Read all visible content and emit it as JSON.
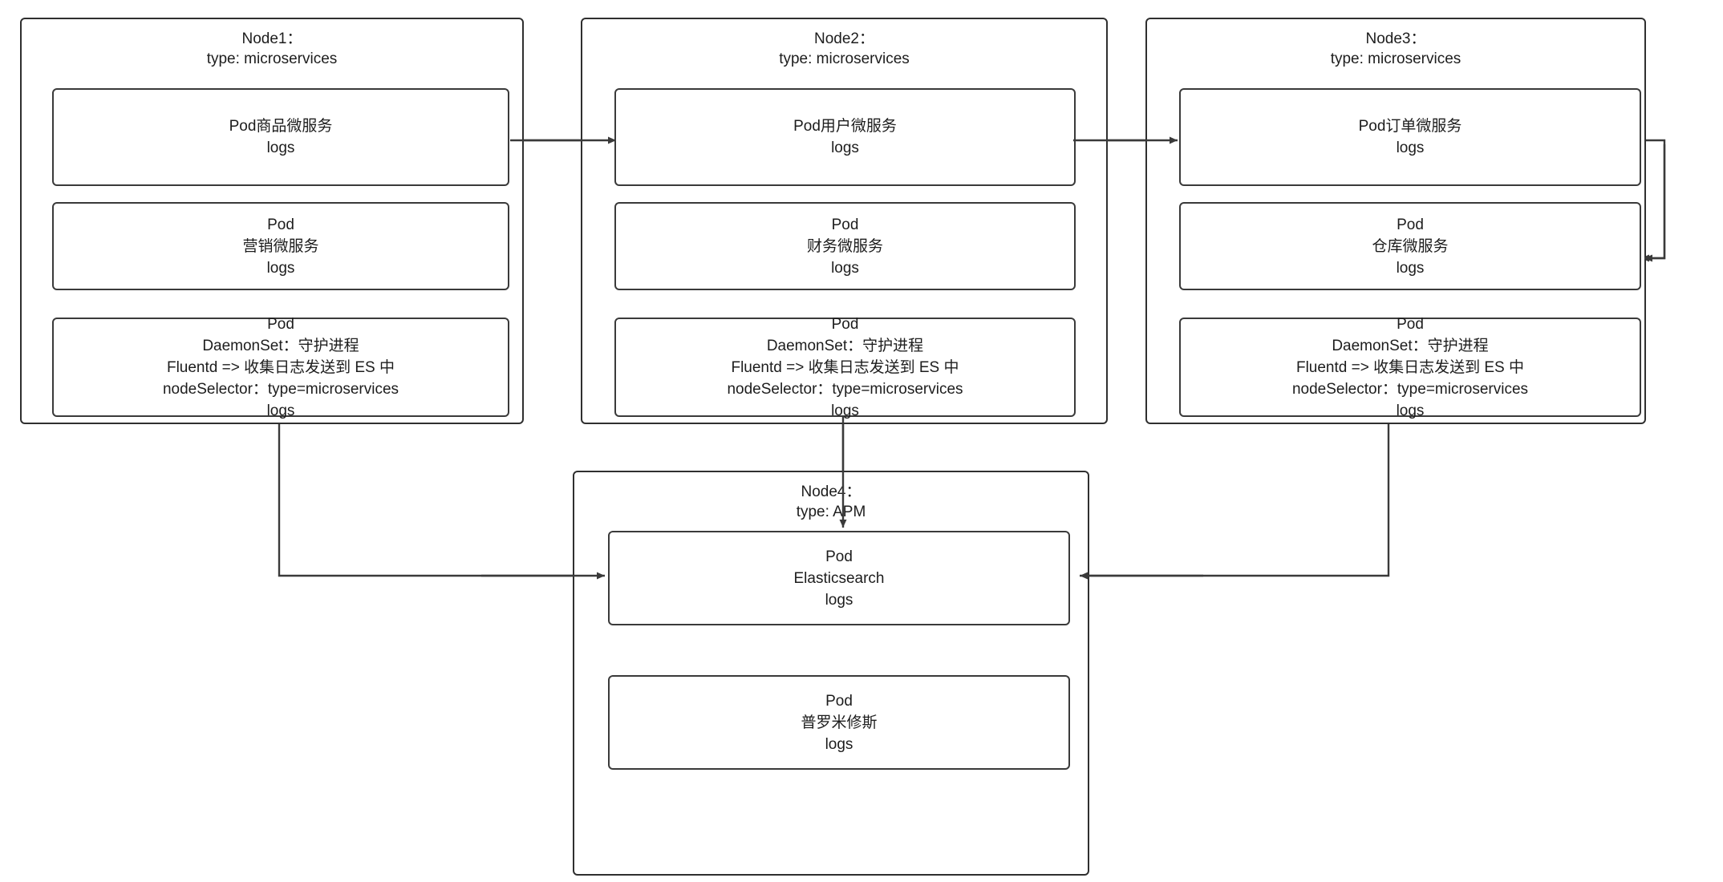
{
  "diagram": {
    "title": "Kubernetes EFK logging architecture",
    "stroke_color": "#3a3a3a",
    "text_color": "#1d1d1d",
    "background": "#ffffff"
  },
  "nodes": [
    {
      "id": "node1",
      "title": "Node1：\ntype: microservices",
      "pods": [
        {
          "id": "node1-pod-product",
          "text": "Pod商品微服务\nlogs"
        },
        {
          "id": "node1-pod-marketing",
          "text": "Pod\n营销微服务\nlogs"
        },
        {
          "id": "node1-pod-daemonset",
          "text": "Pod\nDaemonSet：守护进程\nFluentd => 收集日志发送到 ES 中\nnodeSelector：type=microservices\nlogs"
        }
      ]
    },
    {
      "id": "node2",
      "title": "Node2：\ntype: microservices",
      "pods": [
        {
          "id": "node2-pod-user",
          "text": "Pod用户微服务\nlogs"
        },
        {
          "id": "node2-pod-finance",
          "text": "Pod\n财务微服务\nlogs"
        },
        {
          "id": "node2-pod-daemonset",
          "text": "Pod\nDaemonSet：守护进程\nFluentd => 收集日志发送到 ES 中\nnodeSelector：type=microservices\nlogs"
        }
      ]
    },
    {
      "id": "node3",
      "title": "Node3：\ntype: microservices",
      "pods": [
        {
          "id": "node3-pod-order",
          "text": "Pod订单微服务\nlogs"
        },
        {
          "id": "node3-pod-warehouse",
          "text": "Pod\n仓库微服务\nlogs"
        },
        {
          "id": "node3-pod-daemonset",
          "text": "Pod\nDaemonSet：守护进程\nFluentd => 收集日志发送到 ES 中\nnodeSelector：type=microservices\nlogs"
        }
      ]
    },
    {
      "id": "node4",
      "title": "Node4：\ntype: APM",
      "pods": [
        {
          "id": "node4-pod-elasticsearch",
          "text": "Pod\nElasticsearch\nlogs"
        },
        {
          "id": "node4-pod-prometheus",
          "text": "Pod\n普罗米修斯\nlogs"
        }
      ]
    }
  ],
  "connections": [
    {
      "id": "node1-to-node2",
      "from": "node1-pod-product",
      "to": "node2-pod-user",
      "style": "arrow-right"
    },
    {
      "id": "node2-to-node3",
      "from": "node2-pod-user",
      "to": "node3-pod-order",
      "style": "arrow-right"
    },
    {
      "id": "node3-order-to-warehouse",
      "from": "node3-pod-order",
      "to": "node3-pod-warehouse",
      "style": "arrow-loop-left"
    },
    {
      "id": "node1-daemonset-to-elasticsearch",
      "from": "node1-pod-daemonset",
      "to": "node4-pod-elasticsearch",
      "style": "arrow-down-right"
    },
    {
      "id": "node2-daemonset-to-elasticsearch",
      "from": "node2-pod-daemonset",
      "to": "node4-pod-elasticsearch",
      "style": "arrow-down"
    },
    {
      "id": "node3-daemonset-to-elasticsearch",
      "from": "node3-pod-daemonset",
      "to": "node4-pod-elasticsearch",
      "style": "arrow-down-left"
    }
  ]
}
